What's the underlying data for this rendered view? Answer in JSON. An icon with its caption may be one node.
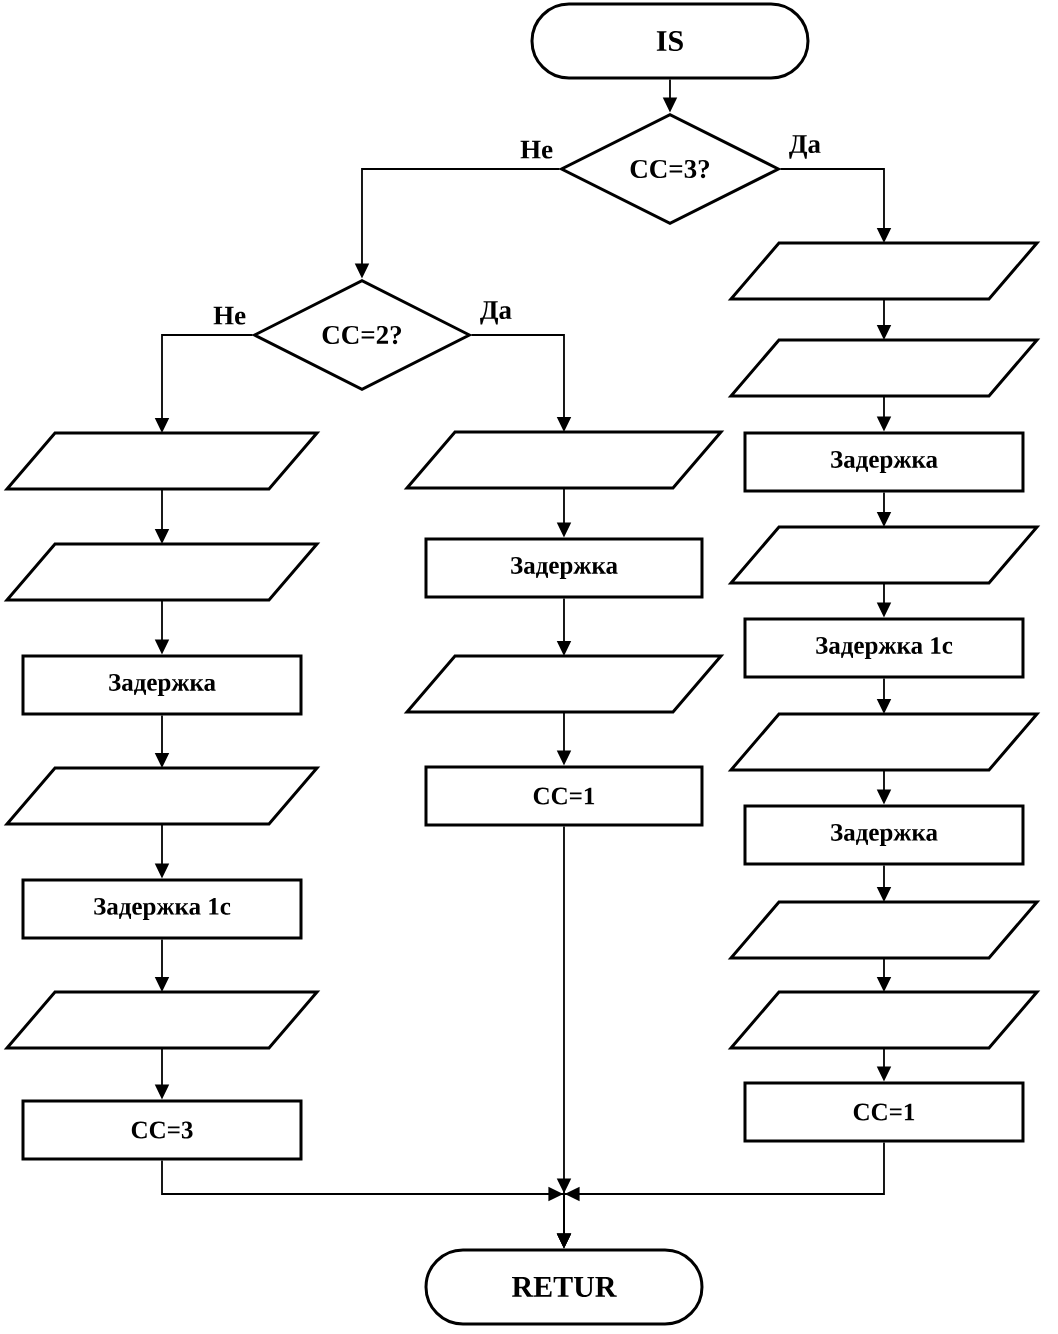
{
  "diagram": {
    "nodes": [
      {
        "text": [
          "IS"
        ]
      },
      {
        "text": [
          "CC=3?"
        ]
      },
      {
        "text": [
          "CC=2?"
        ]
      },
      {
        "text": [],
        "shape": "parallelogram"
      },
      {
        "text": [],
        "shape": "parallelogram"
      },
      {
        "text": [
          "Задержка"
        ]
      },
      {
        "text": [],
        "shape": "parallelogram"
      },
      {
        "text": [
          "Задержка 1с"
        ]
      },
      {
        "text": [],
        "shape": "parallelogram"
      },
      {
        "text": [
          "CC=3"
        ]
      },
      {
        "text": [],
        "shape": "parallelogram"
      },
      {
        "text": [
          "Задержка"
        ]
      },
      {
        "text": [],
        "shape": "parallelogram"
      },
      {
        "text": [
          "CC=1"
        ]
      },
      {
        "text": [],
        "shape": "parallelogram"
      },
      {
        "text": [],
        "shape": "parallelogram"
      },
      {
        "text": [
          "Задержка"
        ]
      },
      {
        "text": [],
        "shape": "parallelogram"
      },
      {
        "text": [
          "Задержка 1с"
        ]
      },
      {
        "text": [],
        "shape": "parallelogram"
      },
      {
        "text": [
          "Задержка"
        ]
      },
      {
        "text": [],
        "shape": "parallelogram"
      },
      {
        "text": [],
        "shape": "parallelogram"
      },
      {
        "text": [
          "CC=1"
        ]
      },
      {
        "text": [
          "RETUR"
        ]
      }
    ],
    "edges": [
      {
        "from": 0,
        "to": 1,
        "arrow": "to"
      },
      {
        "from": 1,
        "to": 2,
        "arrow": "to",
        "label": "Не"
      },
      {
        "from": 1,
        "to": 14,
        "arrow": "to",
        "label": "Да"
      },
      {
        "from": 2,
        "to": 3,
        "arrow": "to",
        "label": "Не"
      },
      {
        "from": 2,
        "to": 10,
        "arrow": "to",
        "label": "Да"
      },
      {
        "from": 3,
        "to": 4,
        "arrow": "to"
      },
      {
        "from": 4,
        "to": 5,
        "arrow": "to"
      },
      {
        "from": 5,
        "to": 6,
        "arrow": "to"
      },
      {
        "from": 6,
        "to": 7,
        "arrow": "to"
      },
      {
        "from": 7,
        "to": 8,
        "arrow": "to"
      },
      {
        "from": 8,
        "to": 9,
        "arrow": "to"
      },
      {
        "from": 10,
        "to": 11,
        "arrow": "to"
      },
      {
        "from": 11,
        "to": 12,
        "arrow": "to"
      },
      {
        "from": 12,
        "to": 13,
        "arrow": "to"
      },
      {
        "from": 14,
        "to": 15,
        "arrow": "to"
      },
      {
        "from": 15,
        "to": 16,
        "arrow": "to"
      },
      {
        "from": 16,
        "to": 17,
        "arrow": "to"
      },
      {
        "from": 17,
        "to": 18,
        "arrow": "to"
      },
      {
        "from": 18,
        "to": 19,
        "arrow": "to"
      },
      {
        "from": 19,
        "to": 20,
        "arrow": "to"
      },
      {
        "from": 20,
        "to": 21,
        "arrow": "to"
      },
      {
        "from": 21,
        "to": 22,
        "arrow": "to"
      },
      {
        "from": 22,
        "to": 23,
        "arrow": "to"
      },
      {
        "from": 9,
        "to": 24,
        "arrow": "to"
      },
      {
        "from": 13,
        "to": 24,
        "arrow": "to"
      },
      {
        "from": 23,
        "to": 24,
        "arrow": "to"
      }
    ]
  }
}
